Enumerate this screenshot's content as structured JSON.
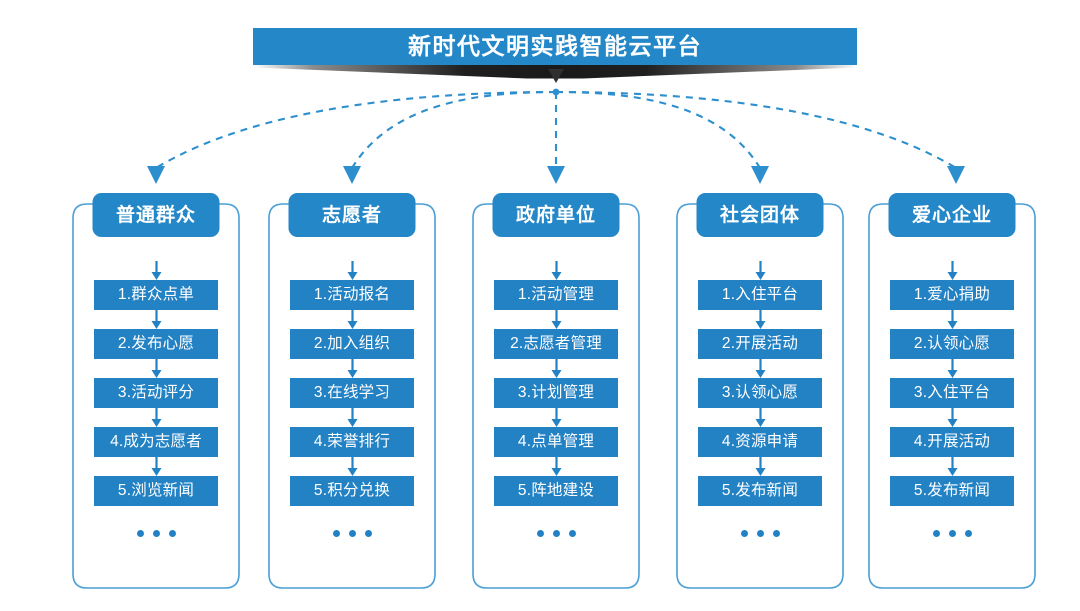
{
  "banner": {
    "title": "新时代文明实践智能云平台",
    "arrow_icon": "down-triangle-icon"
  },
  "colors": {
    "banner_blue": "#2387c8",
    "box_blue": "#2382c4",
    "frame_outline": "#4a9fd4",
    "connector_blue": "#2d8fcd",
    "ribbon_dark": "#2b2b2b",
    "text_white": "#ffffff"
  },
  "columns": [
    {
      "header": "普通群众",
      "steps": [
        "1.群众点单",
        "2.发布心愿",
        "3.活动评分",
        "4.成为志愿者",
        "5.浏览新闻"
      ],
      "more": "•••"
    },
    {
      "header": "志愿者",
      "steps": [
        "1.活动报名",
        "2.加入组织",
        "3.在线学习",
        "4.荣誉排行",
        "5.积分兑换"
      ],
      "more": "•••"
    },
    {
      "header": "政府单位",
      "steps": [
        "1.活动管理",
        "2.志愿者管理",
        "3.计划管理",
        "4.点单管理",
        "5.阵地建设"
      ],
      "more": "•••"
    },
    {
      "header": "社会团体",
      "steps": [
        "1.入住平台",
        "2.开展活动",
        "3.认领心愿",
        "4.资源申请",
        "5.发布新闻"
      ],
      "more": "•••"
    },
    {
      "header": "爱心企业",
      "steps": [
        "1.爱心捐助",
        "2.认领心愿",
        "3.入住平台",
        "4.开展活动",
        "5.发布新闻"
      ],
      "more": "•••"
    }
  ]
}
